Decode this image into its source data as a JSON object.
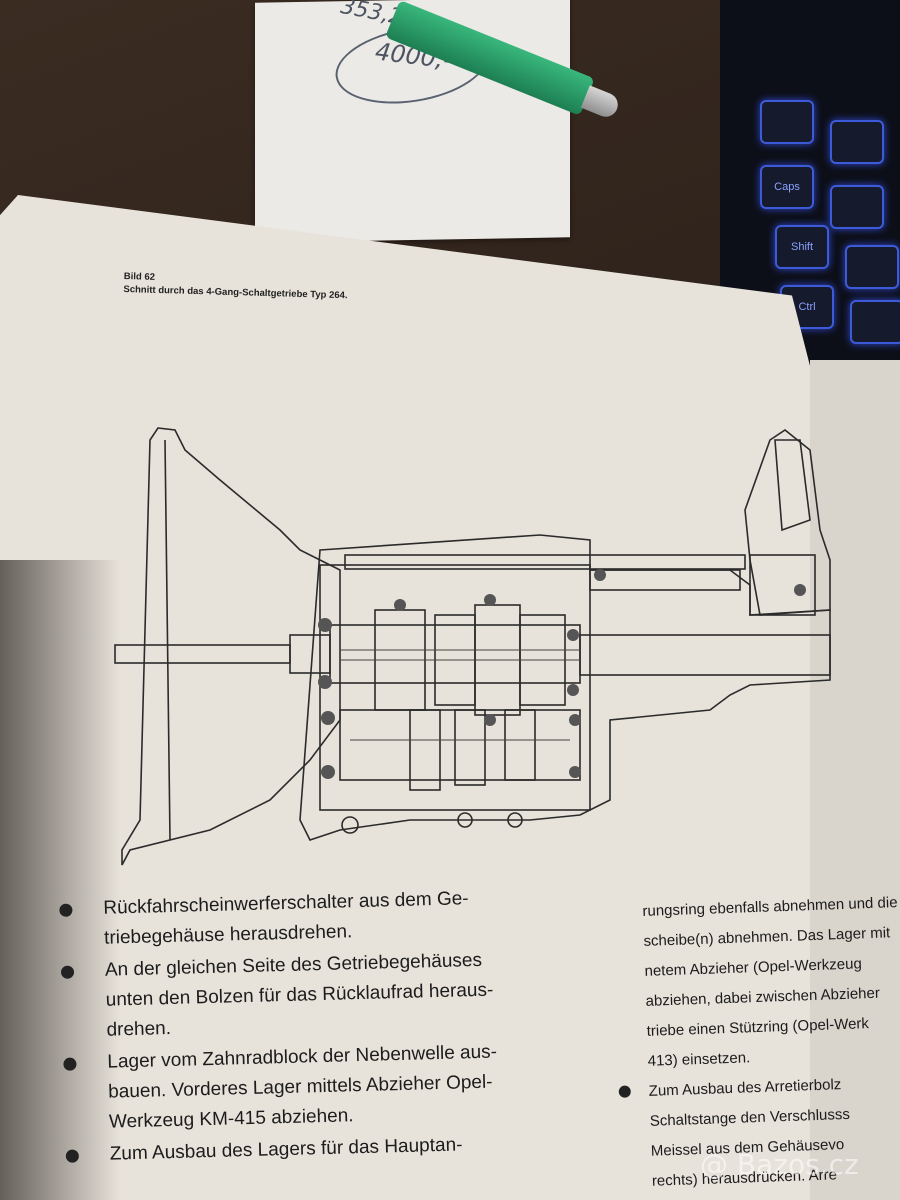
{
  "photo": {
    "note_lines": [
      "353,22,-",
      "4000,-"
    ],
    "keyboard_keys": [
      "Shift",
      "Caps",
      "Ctrl"
    ],
    "watermark": "@ Bazos.cz"
  },
  "document": {
    "figure_label": "Bild 62",
    "figure_title": "Schnitt durch das 4-Gang-Schaltgetriebe Typ 264.",
    "left_column": [
      [
        "Rückfahrscheinwerferschalter aus dem Ge-",
        "triebegehäuse herausdrehen."
      ],
      [
        "An der gleichen Seite des Getriebegehäuses",
        "unten den Bolzen für das Rücklaufrad heraus-",
        "drehen."
      ],
      [
        "Lager vom Zahnradblock der Nebenwelle aus-",
        "bauen. Vorderes Lager mittels Abzieher Opel-",
        "Werkzeug KM-415 abziehen."
      ],
      [
        "Zum Ausbau des Lagers für das Hauptan-"
      ]
    ],
    "right_column": {
      "continuation": [
        "rungsring ebenfalls abnehmen und die",
        "scheibe(n) abnehmen. Das Lager mit",
        "netem Abzieher (Opel-Werkzeug",
        "abziehen, dabei zwischen Abzieher",
        "triebe einen Stützring (Opel-Werk",
        "413) einsetzen."
      ],
      "bullet_item": [
        "Zum Ausbau des Arretierbolz",
        "Schaltstange den Verschlusss",
        "Meissel aus dem Gehäusevo",
        "rechts) herausdrücken. Arre"
      ]
    }
  }
}
